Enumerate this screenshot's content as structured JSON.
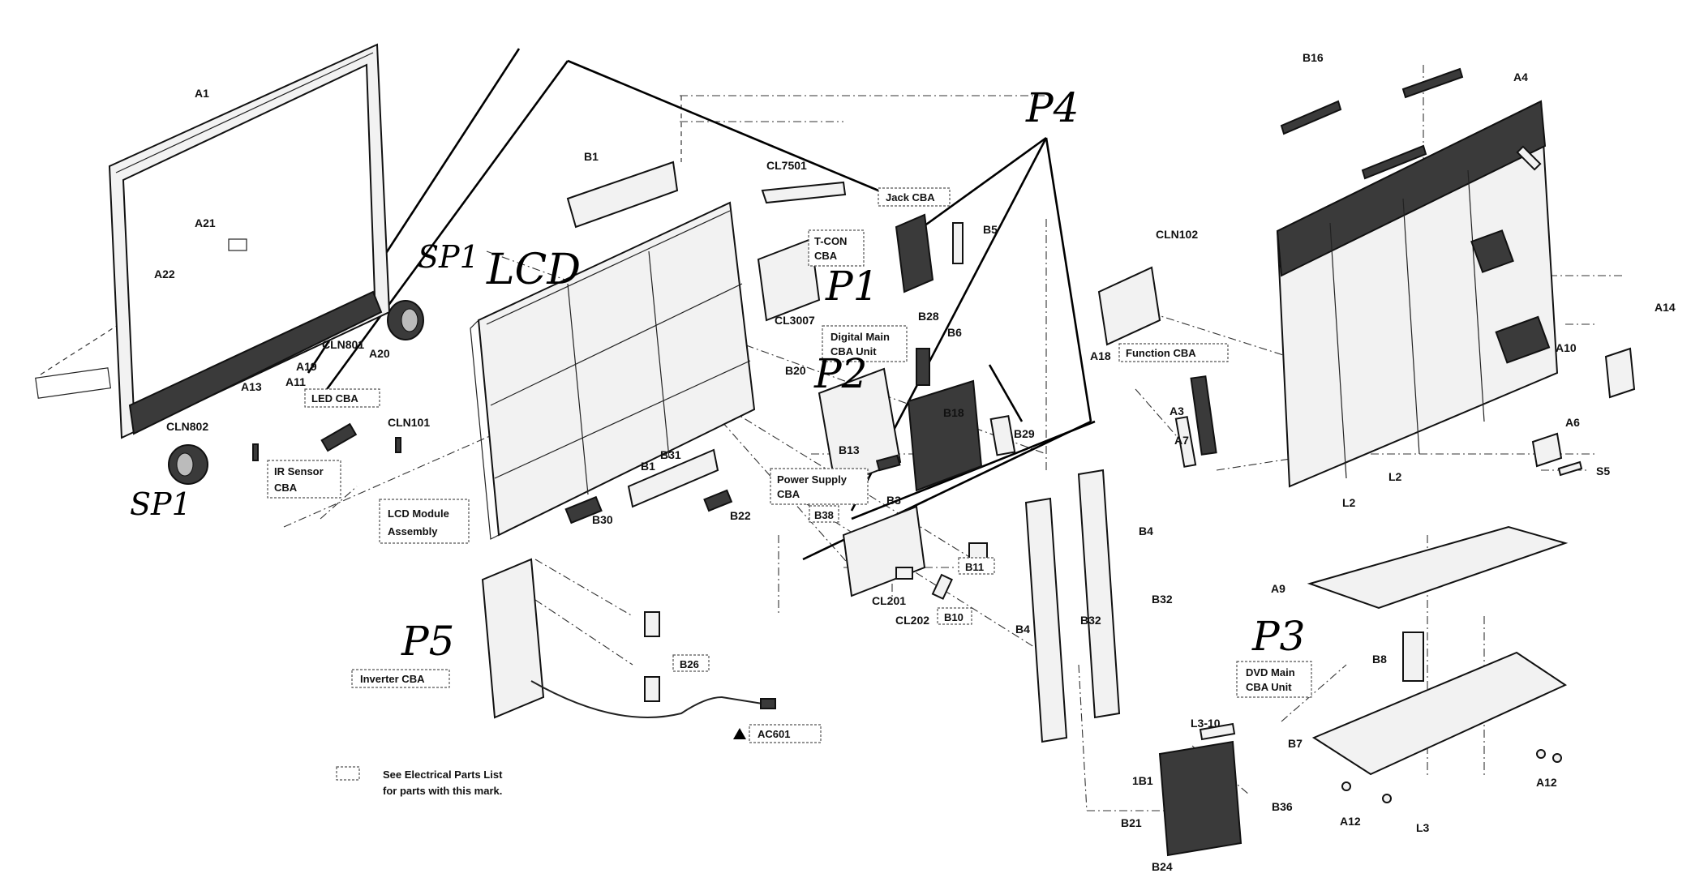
{
  "diagram": {
    "part_labels": {
      "A1": "A1",
      "A21": "A21",
      "A22": "A22",
      "A13": "A13",
      "A11": "A11",
      "A19": "A19",
      "A20": "A20",
      "CLN801": "CLN801",
      "CLN802": "CLN802",
      "CLN101": "CLN101",
      "B1a": "B1",
      "B1b": "B1",
      "B31": "B31",
      "B30": "B30",
      "B22": "B22",
      "CL7501": "CL7501",
      "CL3007": "CL3007",
      "B5": "B5",
      "B28": "B28",
      "B6": "B6",
      "B20": "B20",
      "B13": "B13",
      "B18": "B18",
      "B29": "B29",
      "B3": "B3",
      "B11": "B11",
      "CL201": "CL201",
      "CL202": "CL202",
      "B4a": "B4",
      "B4b": "B4",
      "B32a": "B32",
      "B32b": "B32",
      "B26": "B26",
      "L3_10": "L3-10",
      "1B1": "1B1",
      "B36": "B36",
      "B21": "B21",
      "B24": "B24",
      "B16": "B16",
      "A4": "A4",
      "CLN102": "CLN102",
      "A18": "A18",
      "A14": "A14",
      "A10": "A10",
      "A3": "A3",
      "A7": "A7",
      "L2a": "L2",
      "L2b": "L2",
      "A6": "A6",
      "S5": "S5",
      "A9": "A9",
      "B8": "B8",
      "B7": "B7",
      "A12a": "A12",
      "A12b": "A12",
      "L3": "L3"
    },
    "boxed_labels": {
      "led_cba": "LED CBA",
      "ir_sensor_1": "IR Sensor",
      "ir_sensor_2": "CBA",
      "lcd_module_1": "LCD Module",
      "lcd_module_2": "Assembly",
      "jack_cba": "Jack CBA",
      "tcon_1": "T-CON",
      "tcon_2": "CBA",
      "digital_main_1": "Digital Main",
      "digital_main_2": "CBA Unit",
      "power_supply_1": "Power Supply",
      "power_supply_2": "CBA",
      "b38": "B38",
      "b11": "B11",
      "b10": "B10",
      "b26": "B26",
      "inverter_cba": "Inverter CBA",
      "ac601": "AC601",
      "dvd_main_1": "DVD Main",
      "dvd_main_2": "CBA Unit",
      "function_cba": "Function CBA"
    },
    "handwritten": {
      "sp1_top": "SP1",
      "sp1_bottom": "SP1",
      "lcd": "LCD",
      "p1": "P1",
      "p2": "P2",
      "p3": "P3",
      "p4": "P4",
      "p5": "P5"
    },
    "legend": {
      "line1": "See Electrical Parts List",
      "line2": "for parts with this mark."
    },
    "warning_symbol": "warning-triangle-icon"
  }
}
